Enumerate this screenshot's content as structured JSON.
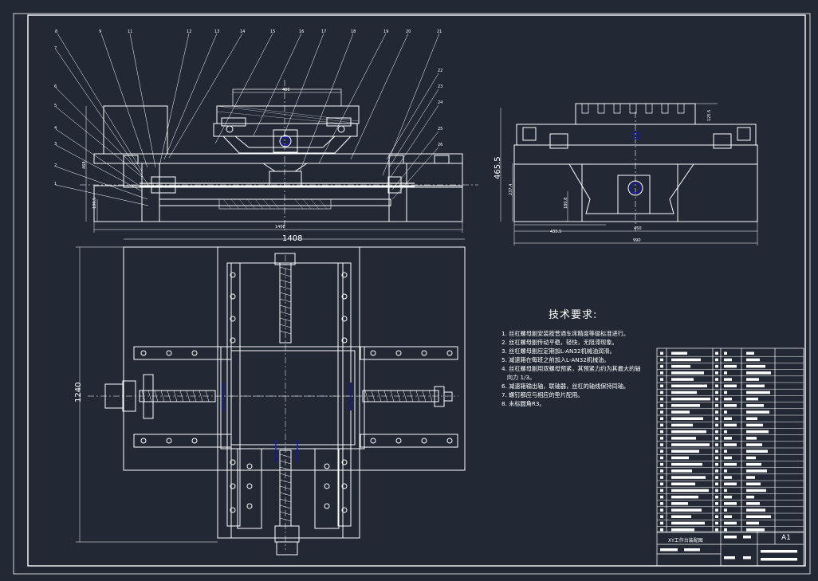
{
  "drawing": {
    "tech_title": "技术要求:",
    "tech_notes": [
      "1. 丝杠螺母副安装按普通车床精度等级标准进行。",
      "2. 丝杠螺母副传动平稳，轻快，无阻滞现象。",
      "3. 丝杠螺母副应定期加L-AN32机械油润滑。",
      "5. 减速箱在每班之前加入L-AN32机械油。",
      "4. 丝杠螺母副用双螺母预紧，其预紧力约为其最大的轴",
      "   向力 1/3。",
      "6. 减速箱输出轴，联轴器，丝杠的轴线保持同轴。",
      "7. 螺钉都应与相应的垫片配用。",
      "8. 未标圆角R3。"
    ],
    "dims": {
      "plan_width": "1408",
      "plan_height": "1240",
      "side_height": "465.5",
      "front_width": "1408",
      "side_width": "990",
      "side_sub": "450",
      "side_sub2": "435.5",
      "top_dim": "480",
      "front_h1": "468",
      "front_h2": "190.5",
      "side_h1": "237.4",
      "side_h2": "180.8",
      "side_h3": "125.5"
    },
    "leaders_top": [
      "8",
      "9",
      "11",
      "12",
      "13",
      "14",
      "15",
      "16",
      "17",
      "18",
      "19",
      "20",
      "21"
    ],
    "leaders_left": [
      "7",
      "6",
      "5",
      "4",
      "3",
      "2",
      "1"
    ],
    "leaders_right": [
      "22",
      "23",
      "24",
      "25",
      "26"
    ],
    "title_block": {
      "drawing_name": "XY工作台装配图",
      "sheet_size": "A1"
    }
  },
  "colors": {
    "background": "#222935",
    "line": "#ffffff",
    "accent": "#1414c8"
  }
}
